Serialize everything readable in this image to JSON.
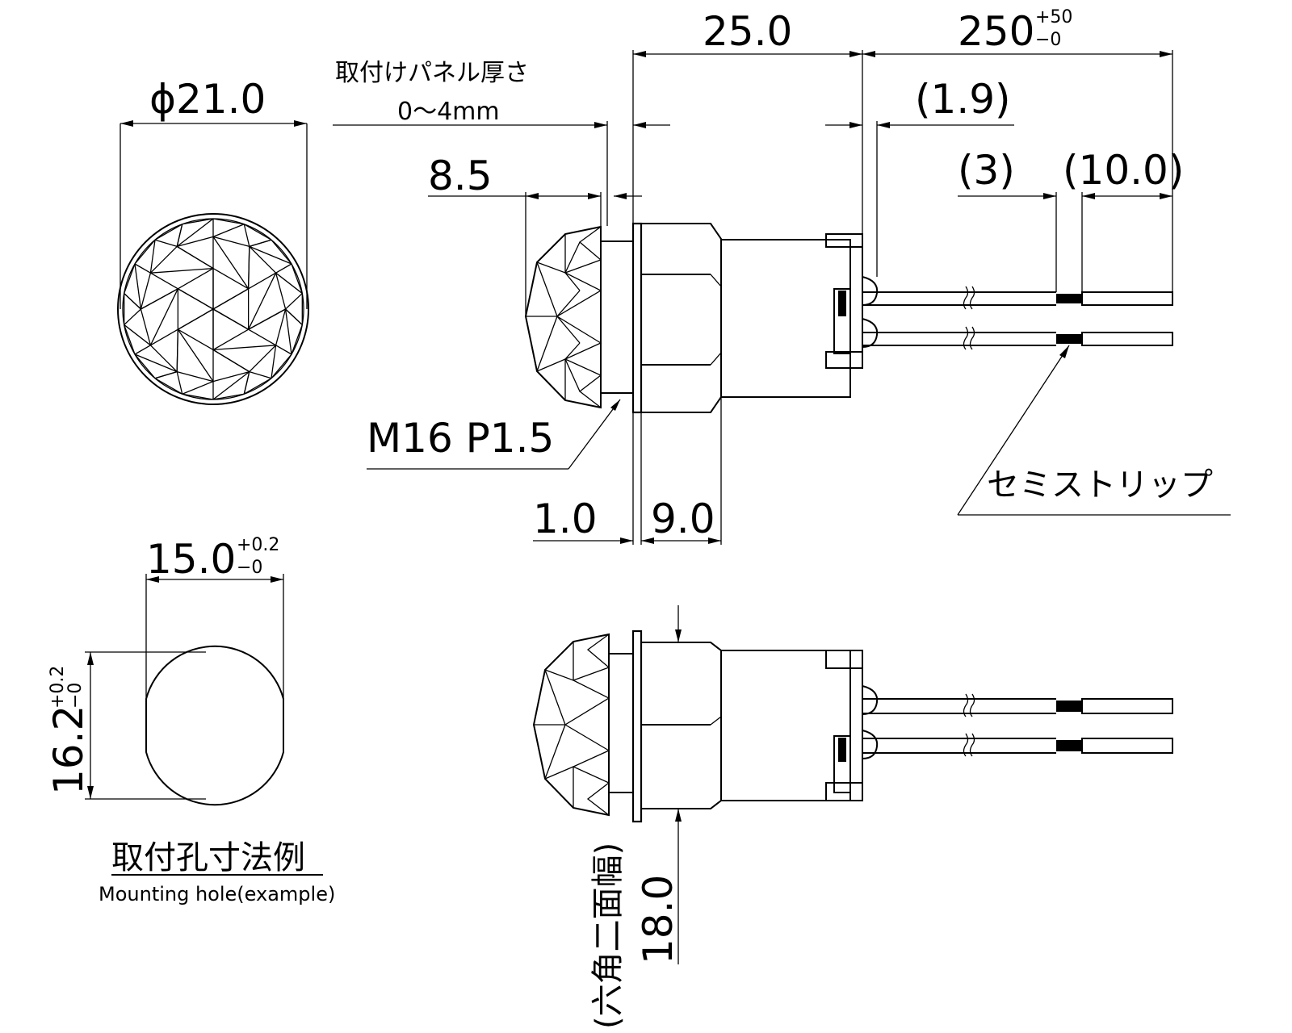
{
  "dimensions": {
    "diameter": "ϕ21.0",
    "panel_label": "取付けパネル厚さ",
    "panel_range": "0～4mm",
    "overall_length": "25.0",
    "lead_length": "250",
    "lead_tol_plus": "+50",
    "lead_tol_minus": "−0",
    "lead_offset": "(1.9)",
    "dome_height": "8.5",
    "strip_gap": "(3)",
    "strip_length": "(10.0)",
    "thread": "M16 P1.5",
    "flange_thickness": "1.0",
    "nut_thickness": "9.0",
    "across_flats": "18.0",
    "across_flats_label": "(六角二面幅)",
    "semi_strip": "セミストリップ"
  },
  "mounting_hole": {
    "width": "15.0",
    "width_tol_plus": "+0.2",
    "width_tol_minus": "−0",
    "height": "16.2",
    "height_tol_plus": "+0.2",
    "height_tol_minus": "−0",
    "title_jp": "取付孔寸法例",
    "title_en": "Mounting hole(example)"
  }
}
